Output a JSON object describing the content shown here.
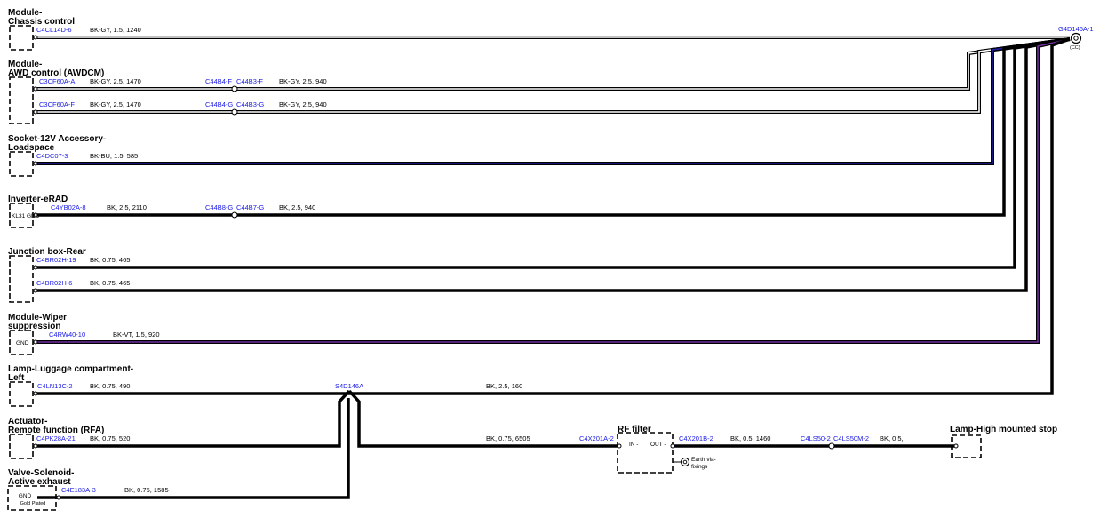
{
  "ground": {
    "label": "G4D146A-1",
    "sub": "(CC)"
  },
  "splice": {
    "label": "S4D146A"
  },
  "modules": {
    "chassis": {
      "title": [
        "Module-",
        "Chassis control"
      ]
    },
    "awd": {
      "title": [
        "Module-",
        "AWD control (AWDCM)"
      ]
    },
    "socket": {
      "title": [
        "Socket-12V Accessory-",
        "Loadspace"
      ]
    },
    "inverter": {
      "title": [
        "Inverter-eRAD"
      ],
      "inner": "KL31 GND"
    },
    "junction": {
      "title": [
        "Junction box-Rear"
      ]
    },
    "wiper": {
      "title": [
        "Module-Wiper",
        "suppression"
      ],
      "inner": "GND"
    },
    "lamp_luggage": {
      "title": [
        "Lamp-Luggage compartment-",
        "Left"
      ]
    },
    "actuator": {
      "title": [
        "Actuator-",
        "Remote function (RFA)"
      ]
    },
    "valve": {
      "title": [
        "Valve-Solenoid-",
        "Active exhaust"
      ],
      "inner": "GND",
      "inner2": "Gold Plated"
    },
    "rf_filter": {
      "title": [
        "RF filter"
      ],
      "in": "IN -",
      "out": "OUT -",
      "earth": [
        "Earth via-",
        "fixings"
      ]
    },
    "lamp_high": {
      "title": [
        "Lamp-High mounted stop"
      ]
    }
  },
  "wires": {
    "chassis": {
      "pin": "C4CL14D-6",
      "spec": "BK-GY,  1.5,  1240"
    },
    "awd_a": {
      "pin": "C3CF60A-A",
      "spec": "BK-GY,  2.5,  1470",
      "inline_a": "C44B4-F",
      "inline_b": "C44B3-F",
      "spec2": "BK-GY,  2.5,  940"
    },
    "awd_f": {
      "pin": "C3CF60A-F",
      "spec": "BK-GY,  2.5,  1470",
      "inline_a": "C44B4-G",
      "inline_b": "C44B3-G",
      "spec2": "BK-GY,  2.5,  940"
    },
    "socket": {
      "pin": "C4DC07-3",
      "spec": "BK-BU,  1.5,  585"
    },
    "inverter": {
      "pin": "C4YB02A-8",
      "spec": "BK,  2.5,  2110",
      "inline_a": "C44B8-G",
      "inline_b": "C44B7-G",
      "spec2": "BK,  2.5,  940"
    },
    "junction_19": {
      "pin": "C4BR02H-19",
      "spec": "BK,  0.75,  465"
    },
    "junction_6": {
      "pin": "C4BR02H-6",
      "spec": "BK,  0.75,  465"
    },
    "wiper": {
      "pin": "C4RW40-10",
      "spec": "BK-VT,  1.5,  920"
    },
    "lamp_luggage": {
      "pin": "C4LN13C-2",
      "spec": "BK,  0.75,  490",
      "spec2": "BK,  2.5,  160"
    },
    "actuator": {
      "pin": "C4PK28A-21",
      "spec": "BK,  0.75,  520"
    },
    "rf_in": {
      "spec": "BK,  0.75,  6505",
      "pin": "C4X201A-2"
    },
    "rf_out": {
      "pin": "C4X201B-2",
      "spec": "BK,  0.5,  1460",
      "inline_a": "C4LS50-2",
      "inline_b": "C4LS50M-2",
      "spec2": "BK,  0.5,"
    },
    "valve": {
      "pin": "C4E183A-3",
      "spec": "BK,  0.75,  1585"
    }
  }
}
